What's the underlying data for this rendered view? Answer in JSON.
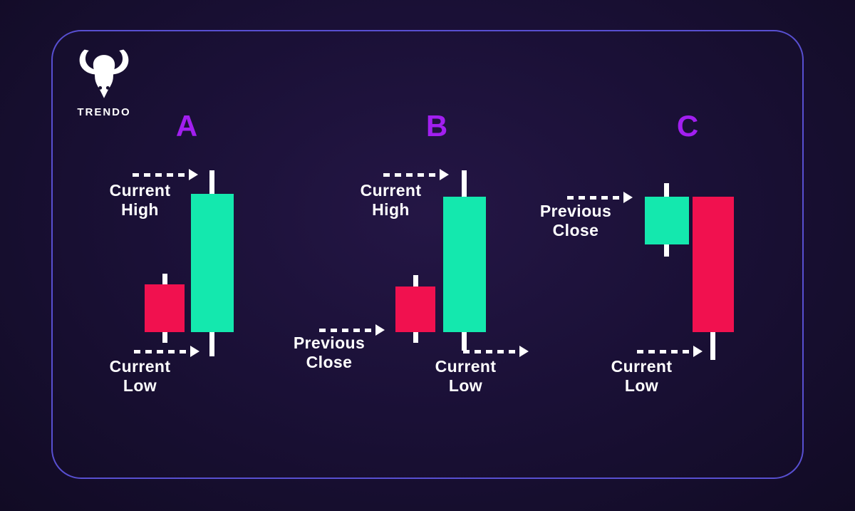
{
  "brand": {
    "name": "TRENDO",
    "icon": "bull-icon"
  },
  "colors": {
    "background": "#1A1036",
    "background_edge": "#110B24",
    "border": "#584FD1",
    "bullish": "#14E8AE",
    "bearish": "#F1114F",
    "panel_label": "#A21FF0",
    "text": "#FFFFFF",
    "arrow": "#FFFFFF"
  },
  "panels": [
    {
      "label": "A",
      "candles": [
        {
          "position": "left",
          "type": "bearish",
          "size": "small"
        },
        {
          "position": "right",
          "type": "bullish",
          "size": "large"
        }
      ],
      "annotations": [
        {
          "id": "current-high",
          "lines": [
            "Current",
            "High"
          ]
        },
        {
          "id": "current-low",
          "lines": [
            "Current",
            "Low"
          ]
        }
      ]
    },
    {
      "label": "B",
      "candles": [
        {
          "position": "left",
          "type": "bearish",
          "size": "small"
        },
        {
          "position": "right",
          "type": "bullish",
          "size": "large"
        }
      ],
      "annotations": [
        {
          "id": "current-high",
          "lines": [
            "Current",
            "High"
          ]
        },
        {
          "id": "previous-close",
          "lines": [
            "Previous",
            "Close"
          ]
        },
        {
          "id": "current-low",
          "lines": [
            "Current",
            "Low"
          ]
        }
      ]
    },
    {
      "label": "C",
      "candles": [
        {
          "position": "left",
          "type": "bullish",
          "size": "small"
        },
        {
          "position": "right",
          "type": "bearish",
          "size": "large"
        }
      ],
      "annotations": [
        {
          "id": "previous-close",
          "lines": [
            "Previous",
            "Close"
          ]
        },
        {
          "id": "current-low",
          "lines": [
            "Current",
            "Low"
          ]
        }
      ]
    }
  ]
}
